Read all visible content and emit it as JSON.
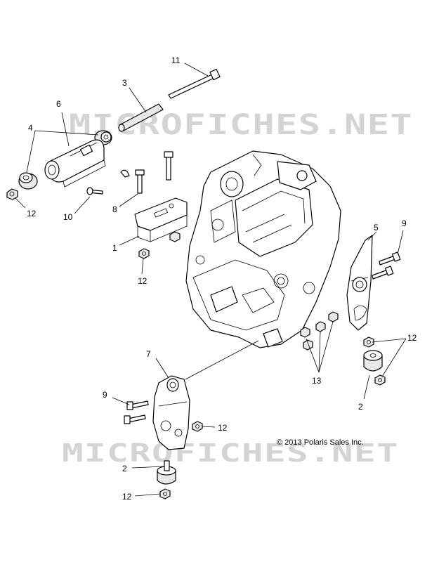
{
  "watermark": {
    "top": "MICROFICHES.NET",
    "bottom": "MICROFICHES.NET"
  },
  "copyright": "© 2013 Polaris Sales Inc.",
  "callouts": [
    {
      "id": "c11a",
      "label": "11"
    },
    {
      "id": "c3",
      "label": "3"
    },
    {
      "id": "c6",
      "label": "6"
    },
    {
      "id": "c4",
      "label": "4"
    },
    {
      "id": "c12a",
      "label": "12"
    },
    {
      "id": "c10",
      "label": "10"
    },
    {
      "id": "c8",
      "label": "8"
    },
    {
      "id": "c1",
      "label": "1"
    },
    {
      "id": "c12b",
      "label": "12"
    },
    {
      "id": "c5",
      "label": "5"
    },
    {
      "id": "c9a",
      "label": "9"
    },
    {
      "id": "c12c",
      "label": "12"
    },
    {
      "id": "c13",
      "label": "13"
    },
    {
      "id": "c7",
      "label": "7"
    },
    {
      "id": "c2a",
      "label": "2"
    },
    {
      "id": "c9b",
      "label": "9"
    },
    {
      "id": "c12d",
      "label": "12"
    },
    {
      "id": "c2b",
      "label": "2"
    },
    {
      "id": "c12e",
      "label": "12"
    }
  ]
}
